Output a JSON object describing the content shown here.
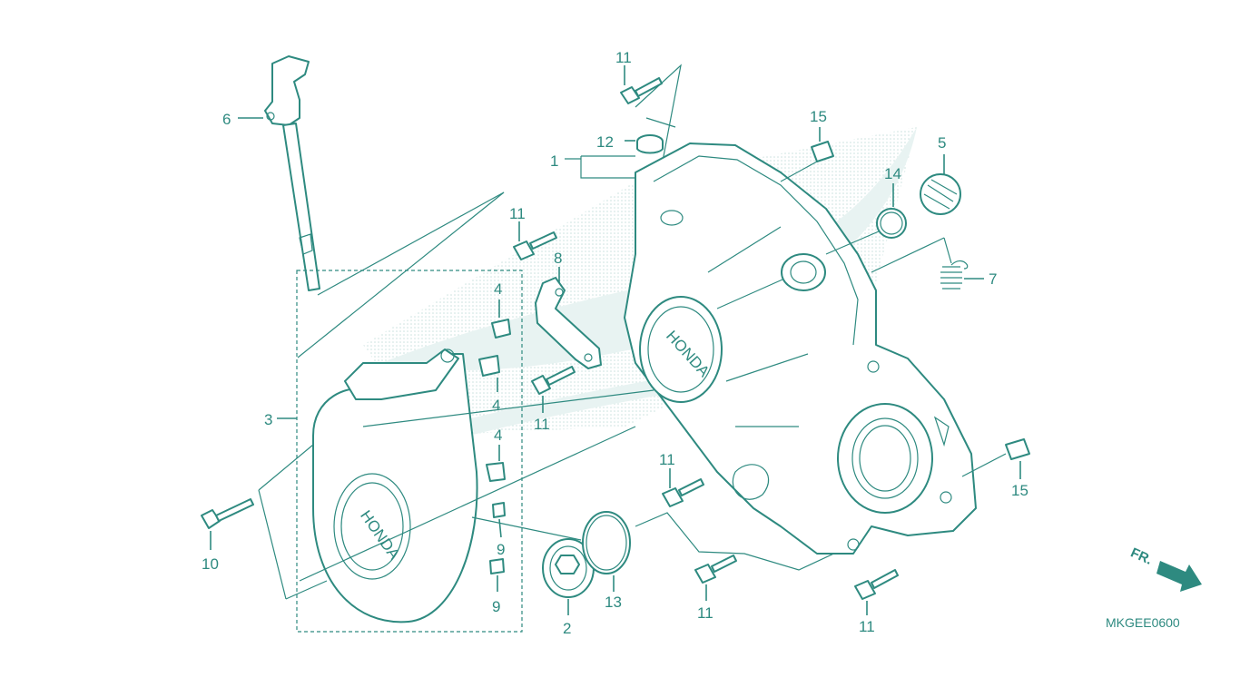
{
  "diagram_code": "MKGEE0600",
  "direction_label": "FR.",
  "brand_mark": "HONDA",
  "callouts": [
    {
      "id": "c1",
      "label": "1"
    },
    {
      "id": "c2",
      "label": "2"
    },
    {
      "id": "c3",
      "label": "3"
    },
    {
      "id": "c4a",
      "label": "4"
    },
    {
      "id": "c4b",
      "label": "4"
    },
    {
      "id": "c4c",
      "label": "4"
    },
    {
      "id": "c5",
      "label": "5"
    },
    {
      "id": "c6",
      "label": "6"
    },
    {
      "id": "c7",
      "label": "7"
    },
    {
      "id": "c8",
      "label": "8"
    },
    {
      "id": "c9a",
      "label": "9"
    },
    {
      "id": "c9b",
      "label": "9"
    },
    {
      "id": "c10",
      "label": "10"
    },
    {
      "id": "c11a",
      "label": "11"
    },
    {
      "id": "c11b",
      "label": "11"
    },
    {
      "id": "c11c",
      "label": "11"
    },
    {
      "id": "c11d",
      "label": "11"
    },
    {
      "id": "c11e",
      "label": "11"
    },
    {
      "id": "c11f",
      "label": "11"
    },
    {
      "id": "c12",
      "label": "12"
    },
    {
      "id": "c13",
      "label": "13"
    },
    {
      "id": "c14",
      "label": "14"
    },
    {
      "id": "c15a",
      "label": "15"
    },
    {
      "id": "c15b",
      "label": "15"
    }
  ]
}
